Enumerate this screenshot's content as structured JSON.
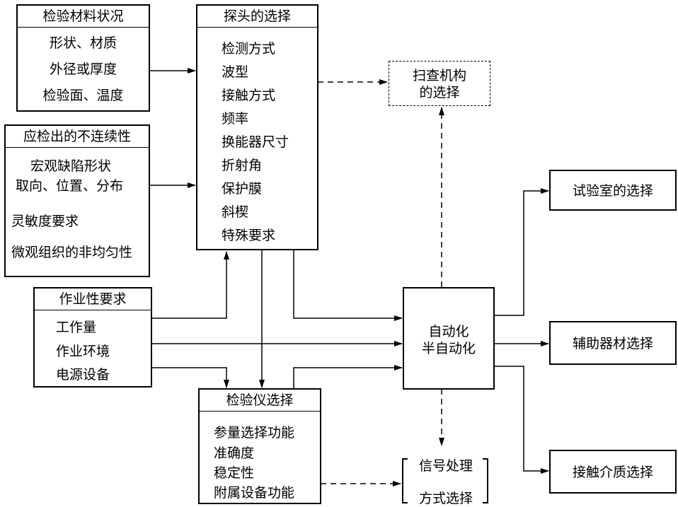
{
  "material": {
    "title": "检验材料状况",
    "items": [
      "形状、材质",
      "外径或厚度",
      "检验面、温度"
    ]
  },
  "discontinuity": {
    "title": "应检出的不连续性",
    "items": [
      "宏观缺陷形状",
      "取向、位置、分布",
      "灵敏度要求",
      "微观组织的非均匀性"
    ]
  },
  "work": {
    "title": "作业性要求",
    "items": [
      "工作量",
      "作业环境",
      "电源设备"
    ]
  },
  "probe": {
    "title": "探头的选择",
    "items": [
      "检测方式",
      "波型",
      "接触方式",
      "频率",
      "换能器尺寸",
      "折射角",
      "保护膜",
      "斜楔",
      "特殊要求"
    ]
  },
  "instrument": {
    "title": "检验仪选择",
    "items": [
      "参量选择功能",
      "准确度",
      "稳定性",
      "附属设备功能"
    ]
  },
  "scan": {
    "line1": "扫查机构",
    "line2": "的选择"
  },
  "auto": {
    "line1": "自动化",
    "line2": "半自动化"
  },
  "lab": {
    "label": "试验室的选择"
  },
  "aux": {
    "label": "辅助器材选择"
  },
  "couplant": {
    "label": "接触介质选择"
  },
  "signal": {
    "line1": "信号处理",
    "line2": "方式选择"
  }
}
